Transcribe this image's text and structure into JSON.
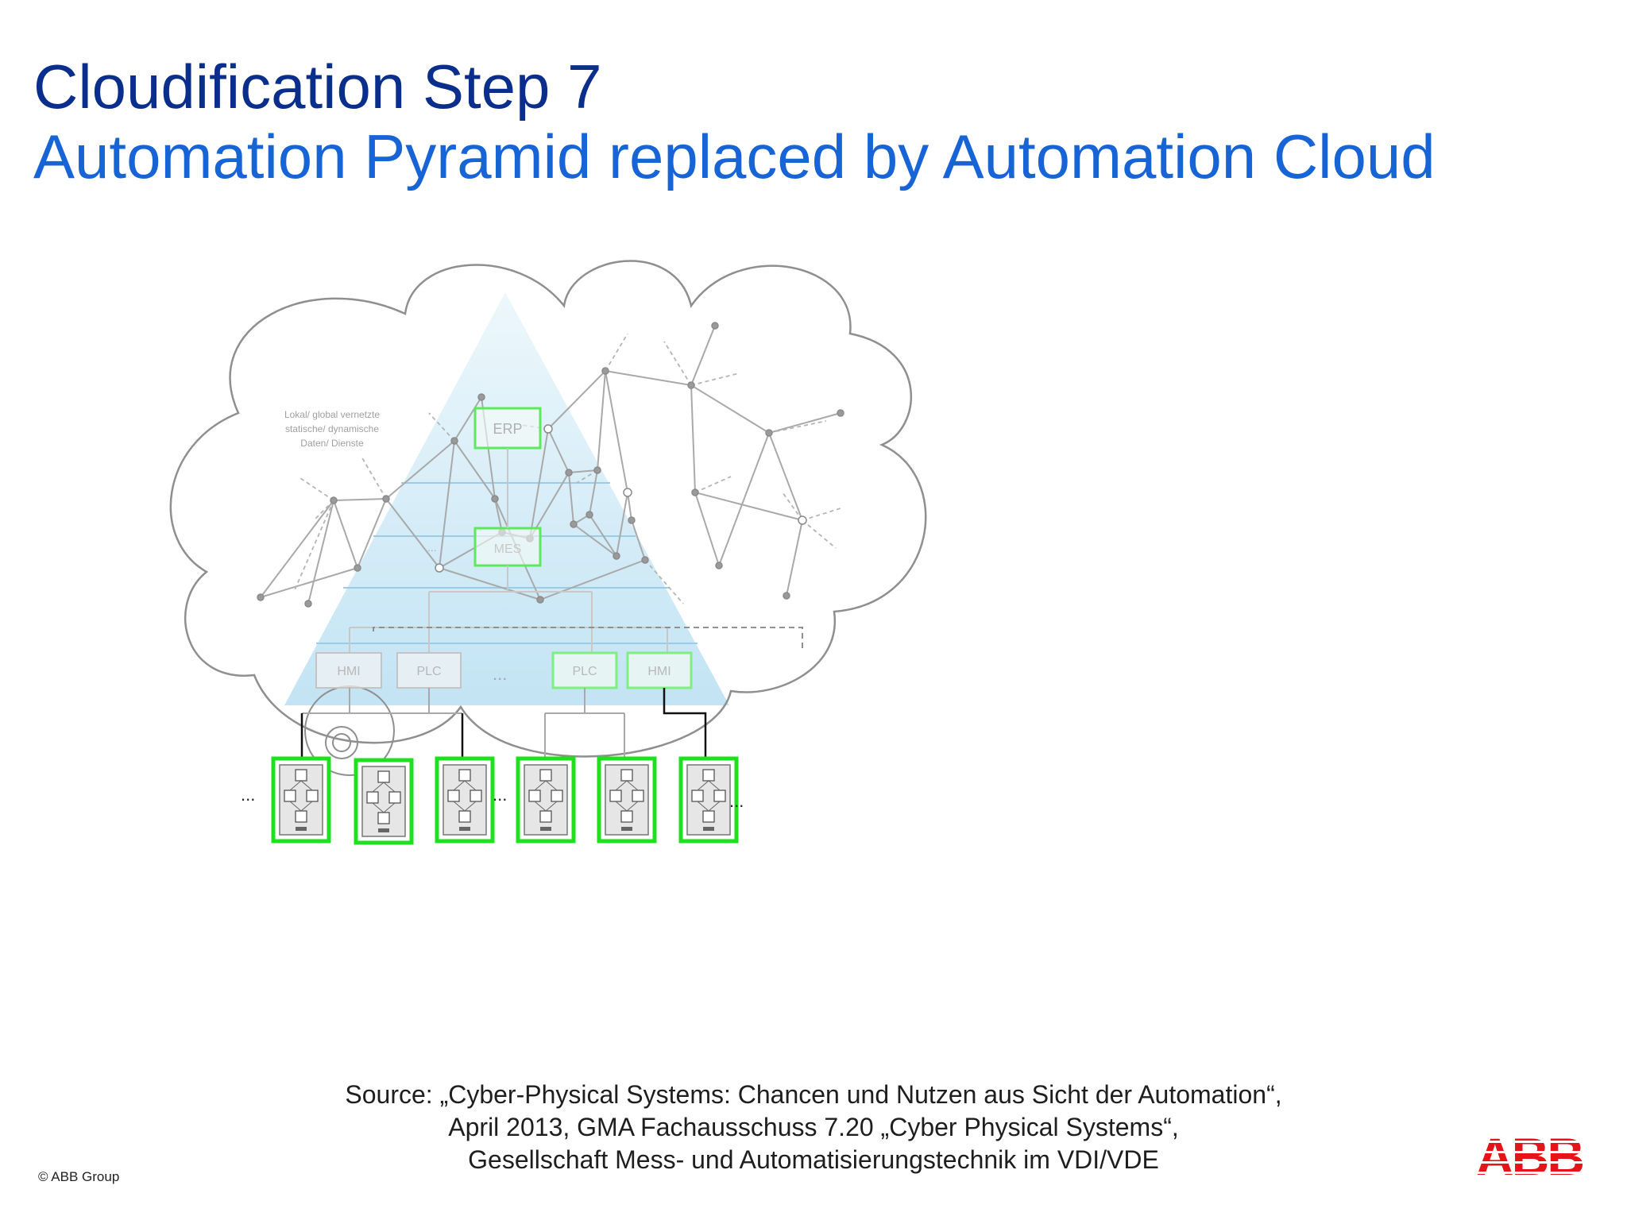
{
  "slide": {
    "title_line1": "Cloudification Step 7",
    "title_line2": "Automation Pyramid replaced by Automation Cloud"
  },
  "diagram": {
    "cloud_caption": [
      "Lokal/ global vernetzte",
      "statische/ dynamische",
      "Daten/ Dienste"
    ],
    "pyramid_labels": {
      "erp": "ERP",
      "mes": "MES",
      "mes_ellipsis": "...",
      "ellipsis": "..."
    },
    "control_boxes": [
      {
        "label": "HMI",
        "highlighted": false
      },
      {
        "label": "PLC",
        "highlighted": false
      },
      {
        "label": "PLC",
        "highlighted": true
      },
      {
        "label": "HMI",
        "highlighted": true
      }
    ],
    "field_devices_count_label": "...",
    "colors": {
      "title_dark": "#0a2e8c",
      "title_light": "#1764d6",
      "highlight_green": "#1fe01f",
      "pyramid_blue": "#bfe3f4",
      "cloud_grey": "#8f8f8f",
      "abb_red": "#e4141a"
    }
  },
  "source": {
    "line1": "Source: „Cyber-Physical Systems: Chancen und Nutzen aus Sicht der Automation“,",
    "line2": "April 2013, GMA Fachausschuss 7.20 „Cyber Physical Systems“,",
    "line3": "Gesellschaft Mess- und Automatisierungstechnik im VDI/VDE"
  },
  "footer": {
    "copyright": "© ABB Group",
    "logo_text": "ABB"
  }
}
